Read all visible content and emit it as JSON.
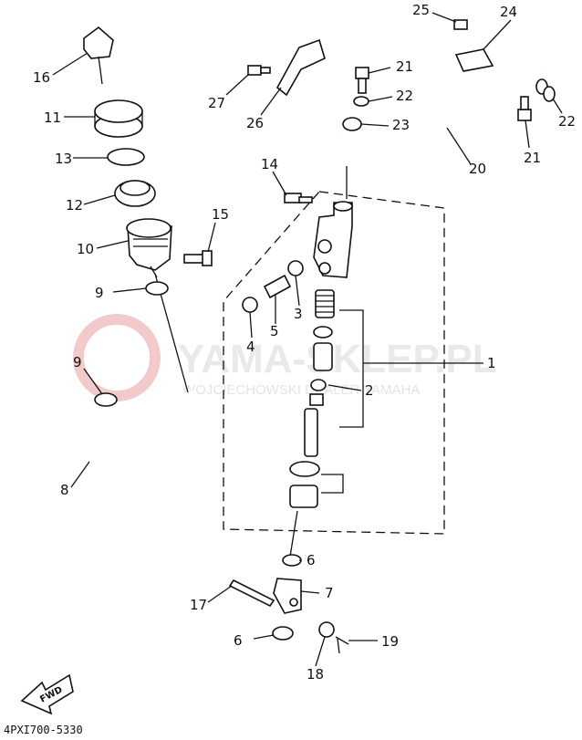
{
  "diagram": {
    "drawing_code": "4PXI700-5330",
    "fwd_label": "FWD",
    "watermark": {
      "main": "YAMA-SKLEP.PL",
      "sub": "WOJCIECHOWSKI DEALER YAMAHA"
    },
    "callouts": {
      "p1": "1",
      "p2": "2",
      "p3": "3",
      "p4": "4",
      "p5": "5",
      "p6a": "6",
      "p6b": "6",
      "p7": "7",
      "p8": "8",
      "p9a": "9",
      "p9b": "9",
      "p10": "10",
      "p11": "11",
      "p12": "12",
      "p13": "13",
      "p14": "14",
      "p15": "15",
      "p16": "16",
      "p17": "17",
      "p18": "18",
      "p19": "19",
      "p20": "20",
      "p21a": "21",
      "p21b": "21",
      "p22a": "22",
      "p22b": "22",
      "p23": "23",
      "p24": "24",
      "p25": "25",
      "p26": "26",
      "p27": "27"
    }
  }
}
